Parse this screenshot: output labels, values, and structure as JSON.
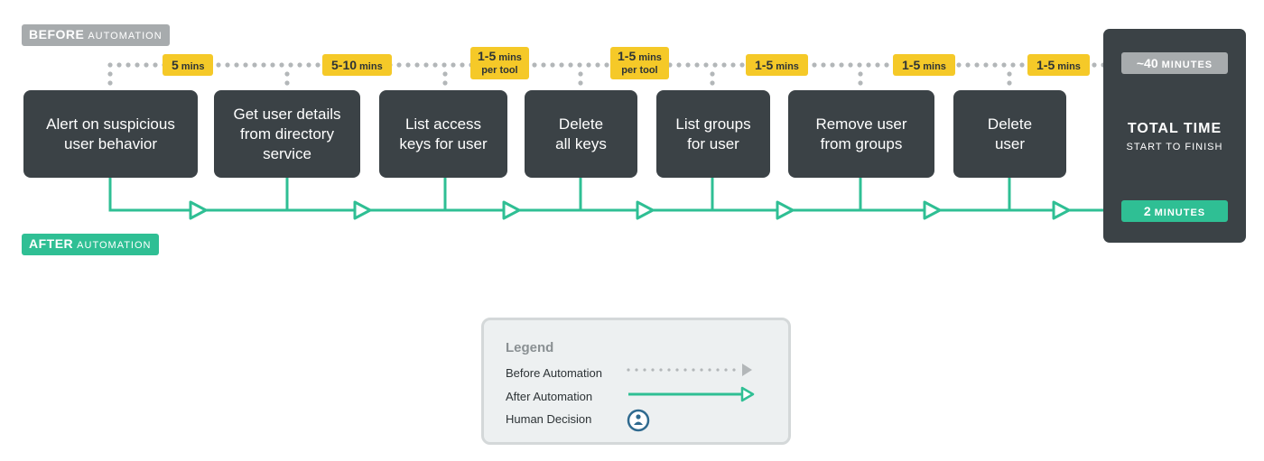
{
  "before_tag": {
    "bold": "BEFORE",
    "small": "AUTOMATION"
  },
  "after_tag": {
    "bold": "AFTER",
    "small": "AUTOMATION"
  },
  "steps": [
    {
      "label": "Alert on suspicious\nuser behavior"
    },
    {
      "label": "Get user details\nfrom directory\nservice"
    },
    {
      "label": "List access\nkeys for user"
    },
    {
      "label": "Delete\nall keys"
    },
    {
      "label": "List groups\nfor user"
    },
    {
      "label": "Remove user\nfrom groups"
    },
    {
      "label": "Delete\nuser"
    }
  ],
  "times": [
    {
      "value": "5",
      "unit": "mins",
      "sub": ""
    },
    {
      "value": "5-10",
      "unit": "mins",
      "sub": ""
    },
    {
      "value": "1-5",
      "unit": "mins",
      "sub": "per tool"
    },
    {
      "value": "1-5",
      "unit": "mins",
      "sub": "per tool"
    },
    {
      "value": "1-5",
      "unit": "mins",
      "sub": ""
    },
    {
      "value": "1-5",
      "unit": "mins",
      "sub": ""
    },
    {
      "value": "1-5",
      "unit": "mins",
      "sub": ""
    }
  ],
  "total": {
    "before_value": "~40",
    "before_unit": "MINUTES",
    "title": "TOTAL TIME",
    "subtitle": "START TO FINISH",
    "after_value": "2",
    "after_unit": "MINUTES"
  },
  "legend": {
    "title": "Legend",
    "before": "Before Automation",
    "after": "After Automation",
    "human": "Human Decision",
    "icons": [
      "dotted-arrow-icon",
      "solid-arrow-icon",
      "person-icon"
    ]
  },
  "colors": {
    "before": "#a7abad",
    "after": "#2fbf94",
    "box": "#3b4246",
    "time": "#f5c928"
  }
}
